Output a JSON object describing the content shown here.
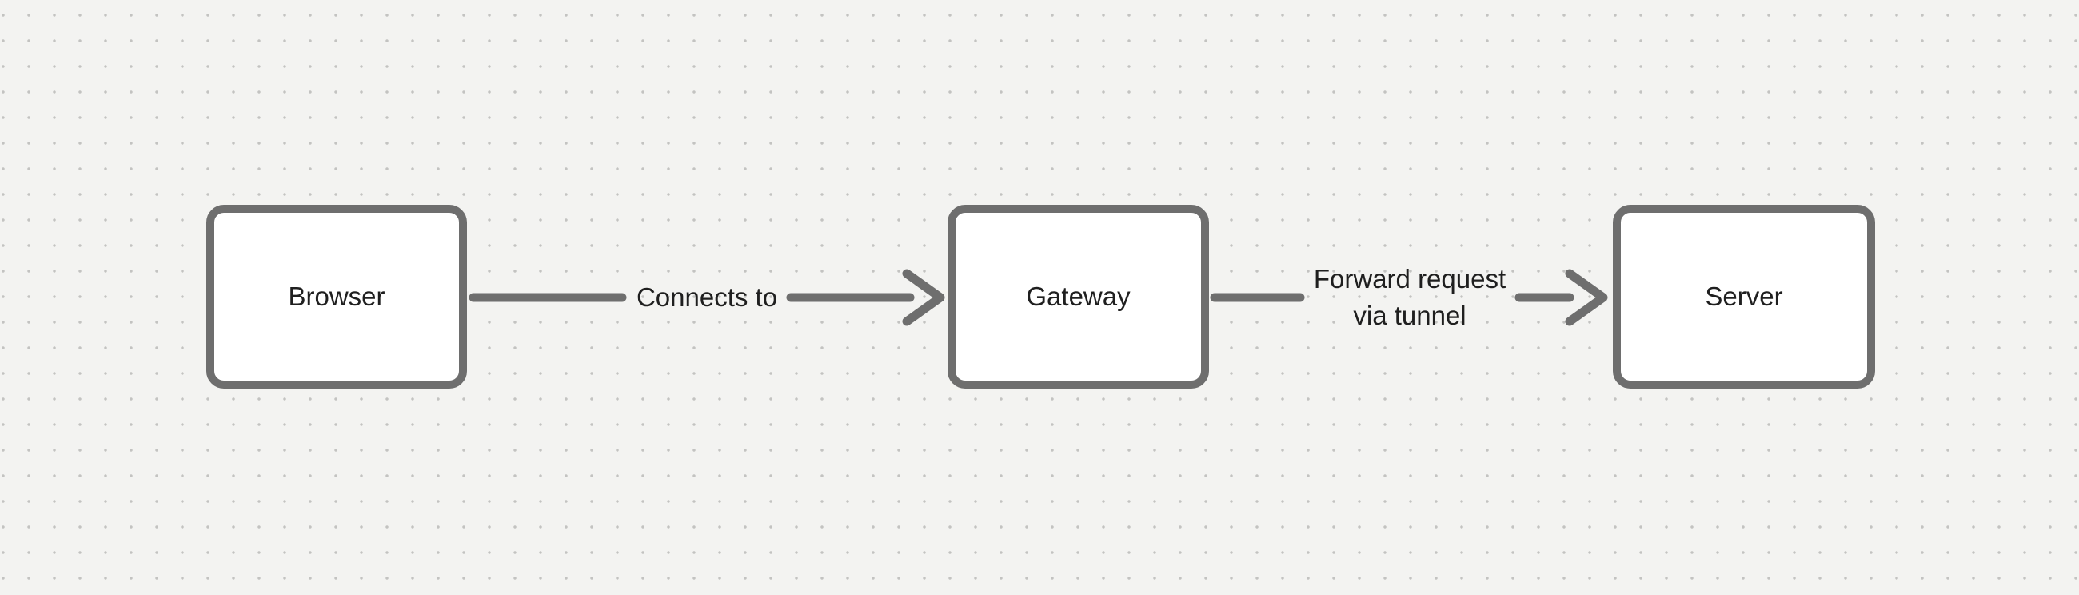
{
  "canvas": {
    "type": "diagram-canvas",
    "background_color": "#f3f3f1",
    "dot_grid_color": "#c3c3c1",
    "shape_stroke_color": "#6e6e6e",
    "shape_fill_color": "#ffffff",
    "text_color": "#1f1f1f"
  },
  "nodes": [
    {
      "id": "browser",
      "label": "Browser"
    },
    {
      "id": "gateway",
      "label": "Gateway"
    },
    {
      "id": "server",
      "label": "Server"
    }
  ],
  "edges": [
    {
      "id": "browser-gateway",
      "from": "browser",
      "to": "gateway",
      "label": "Connects to"
    },
    {
      "id": "gateway-server",
      "from": "gateway",
      "to": "server",
      "label_line1": "Forward request",
      "label_line2": "via tunnel"
    }
  ]
}
